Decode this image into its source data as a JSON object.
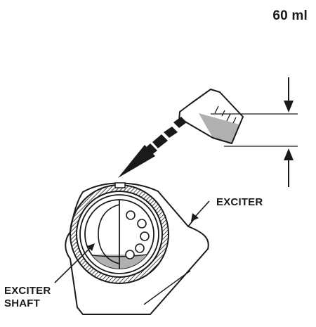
{
  "volume_label": "60 ml",
  "labels": {
    "exciter": "EXCITER",
    "exciter_shaft_line1": "EXCITER",
    "exciter_shaft_line2": "SHAFT"
  },
  "colors": {
    "ink": "#1a1a1a",
    "oil_fill": "#b0b0b0",
    "hatch": "#1a1a1a"
  }
}
